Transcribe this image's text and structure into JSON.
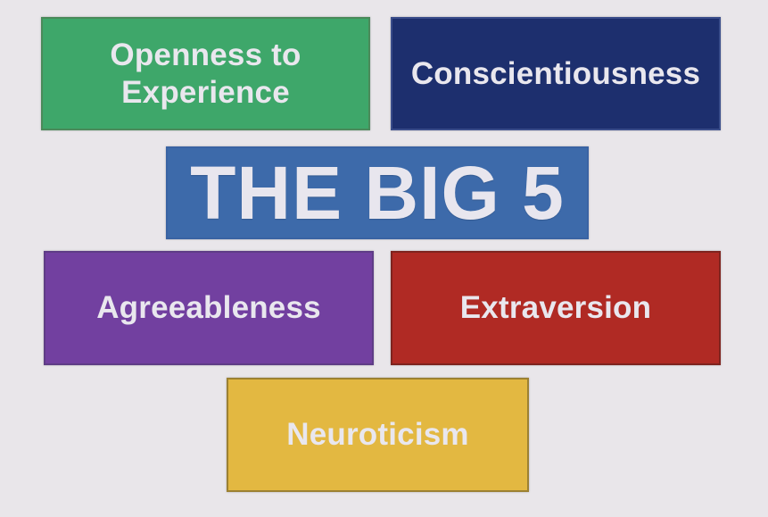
{
  "diagram": {
    "title": "THE BIG 5",
    "traits": [
      {
        "id": "openness",
        "label": "Openness to\nExperience",
        "color": "#3ea76a"
      },
      {
        "id": "conscientiousness",
        "label": "Conscientiousness",
        "color": "#1d2f6e"
      },
      {
        "id": "agreeableness",
        "label": "Agreeableness",
        "color": "#7240a0"
      },
      {
        "id": "extraversion",
        "label": "Extraversion",
        "color": "#b02a24"
      },
      {
        "id": "neuroticism",
        "label": "Neuroticism",
        "color": "#e3b841"
      }
    ],
    "title_color": "#3d6aaa",
    "background": "#e9e6ea"
  }
}
